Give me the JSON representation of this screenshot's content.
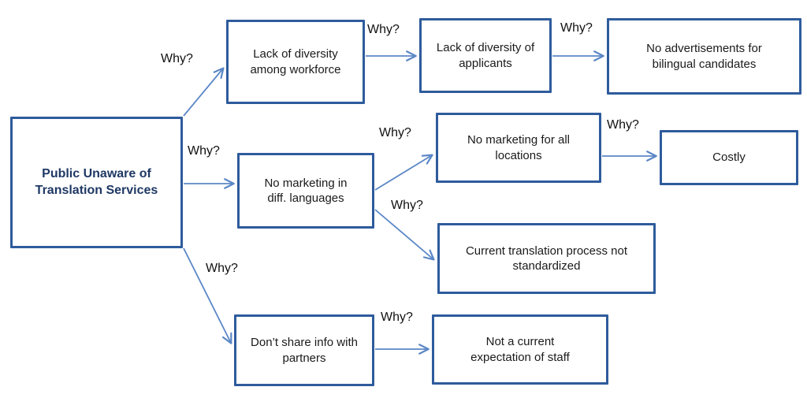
{
  "colors": {
    "background": "#FFFFFF",
    "box_border": "#2E5B9C",
    "arrow": "#5B87C6",
    "root_text": "#1F3864",
    "node_text": "#1A1A1A"
  },
  "diagram": {
    "type": "five-whys-root-cause",
    "root": {
      "label": "Public Unaware of\nTranslation Services"
    },
    "nodes": {
      "a1": {
        "label": "Lack of diversity\namong workforce"
      },
      "a2": {
        "label": "Lack of diversity of\napplicants"
      },
      "a3": {
        "label": "No advertisements for\nbilingual candidates"
      },
      "b1": {
        "label": "No marketing in\ndiff. languages"
      },
      "b2": {
        "label": "No marketing for all\nlocations"
      },
      "b3": {
        "label": "Costly"
      },
      "b4": {
        "label": "Current translation process not\nstandardized"
      },
      "c1": {
        "label": "Don’t share info with\npartners"
      },
      "c2": {
        "label": "Not a current\nexpectation of staff"
      }
    },
    "edges": [
      {
        "from": "root",
        "to": "a1",
        "label": "Why?"
      },
      {
        "from": "a1",
        "to": "a2",
        "label": "Why?"
      },
      {
        "from": "a2",
        "to": "a3",
        "label": "Why?"
      },
      {
        "from": "root",
        "to": "b1",
        "label": "Why?"
      },
      {
        "from": "b1",
        "to": "b2",
        "label": "Why?"
      },
      {
        "from": "b2",
        "to": "b3",
        "label": "Why?"
      },
      {
        "from": "b1",
        "to": "b4",
        "label": "Why?"
      },
      {
        "from": "root",
        "to": "c1",
        "label": "Why?"
      },
      {
        "from": "c1",
        "to": "c2",
        "label": "Why?"
      }
    ]
  }
}
